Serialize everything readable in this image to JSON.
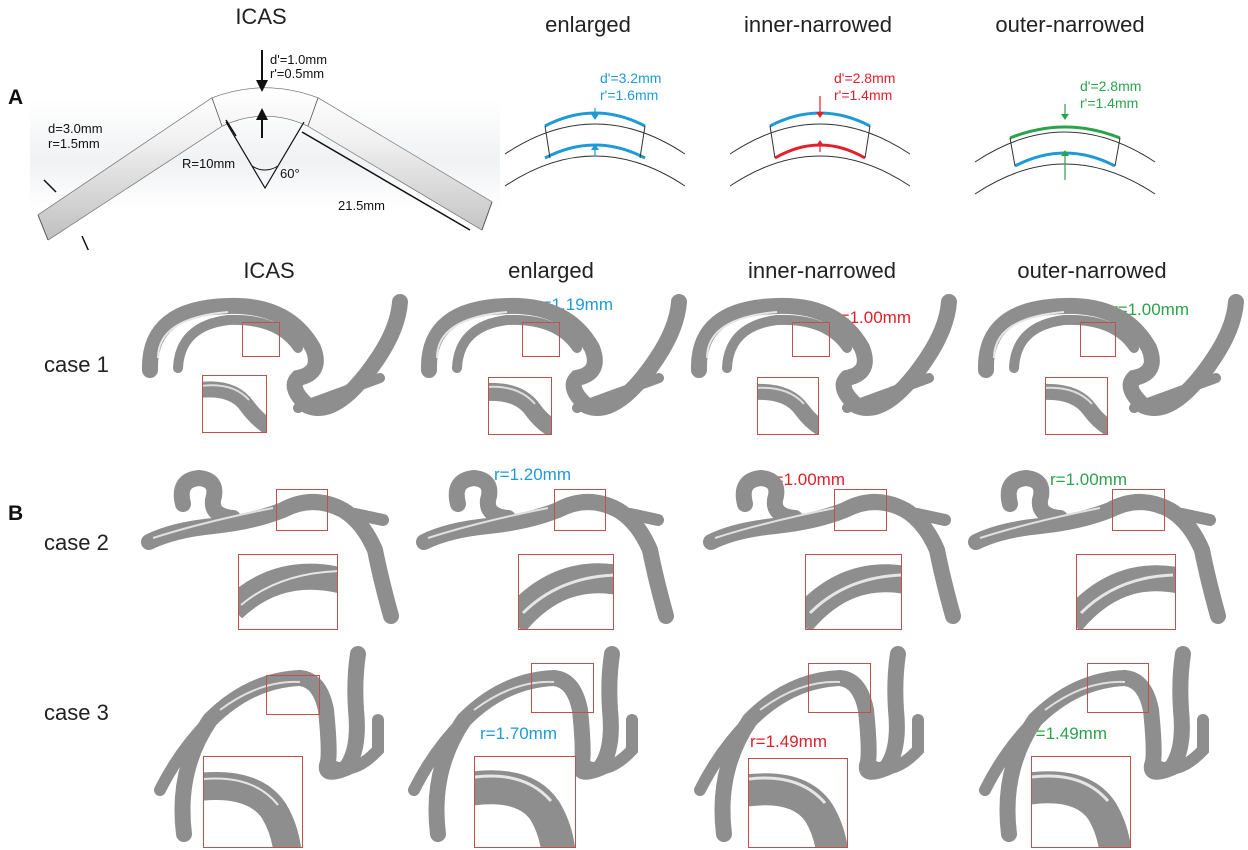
{
  "colors": {
    "enlarged": "#1e9ad6",
    "inner_narrowed": "#e0202a",
    "outer_narrowed": "#2aa44a",
    "highlight_box": "#c0504d",
    "vessel": "#9a9a9a"
  },
  "panel_a": {
    "label": "A",
    "titles": [
      "ICAS",
      "enlarged",
      "inner-narrowed",
      "outer-narrowed"
    ],
    "dims": {
      "d_r_line1": "d'=1.0mm",
      "d_r_line2": "r'=0.5mm",
      "diam_line1": "d=3.0mm",
      "diam_line2": "r=1.5mm",
      "bend_radius": "R=10mm",
      "angle": "60°",
      "length": "21.5mm"
    },
    "variants": [
      {
        "line1": "d'=3.2mm",
        "line2": "r'=1.6mm"
      },
      {
        "line1": "d'=2.8mm",
        "line2": "r'=1.4mm"
      },
      {
        "line1": "d'=2.8mm",
        "line2": "r'=1.4mm"
      }
    ]
  },
  "panel_b": {
    "label": "B",
    "titles": [
      "ICAS",
      "enlarged",
      "inner-narrowed",
      "outer-narrowed"
    ],
    "cases": [
      {
        "name": "case 1",
        "radii": [
          "r=1.19mm",
          "r=1.00mm",
          "r=1.00mm"
        ]
      },
      {
        "name": "case 2",
        "radii": [
          "r=1.20mm",
          "r=1.00mm",
          "r=1.00mm"
        ]
      },
      {
        "name": "case 3",
        "radii": [
          "r=1.70mm",
          "r=1.49mm",
          "r=1.49mm"
        ]
      }
    ]
  }
}
